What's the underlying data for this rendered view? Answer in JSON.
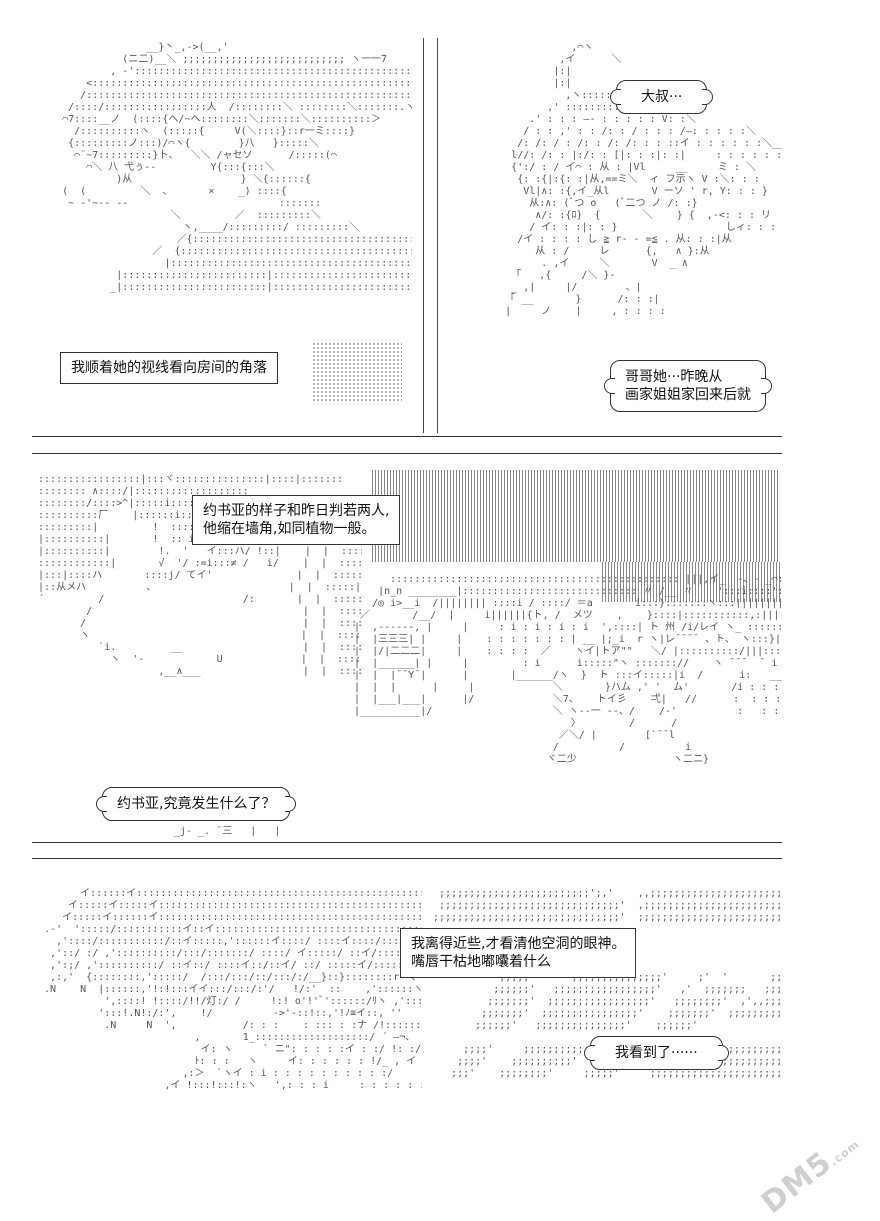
{
  "panel1": {
    "left_caption": "我顺着她的视线看向房间的角落",
    "right_bubble_top": "大叔···",
    "right_bubble_bottom_line1": "哥哥她···昨晚从",
    "right_bubble_bottom_line2": "画家姐姐家回来后就"
  },
  "panel2": {
    "caption_line1": "约书亚的样子和昨日判若两人,",
    "caption_line2": "他缩在墙角,如同植物一般。",
    "bubble": "约书亚,究竟发生什么了？"
  },
  "panel3": {
    "caption_line1": "我离得近些,才看清他空洞的眼神。",
    "caption_line2": "嘴唇干枯地嘟囔着什么",
    "bubble": "我看到了······"
  },
  "watermark": {
    "text": "DM5",
    "suffix": ".com"
  }
}
